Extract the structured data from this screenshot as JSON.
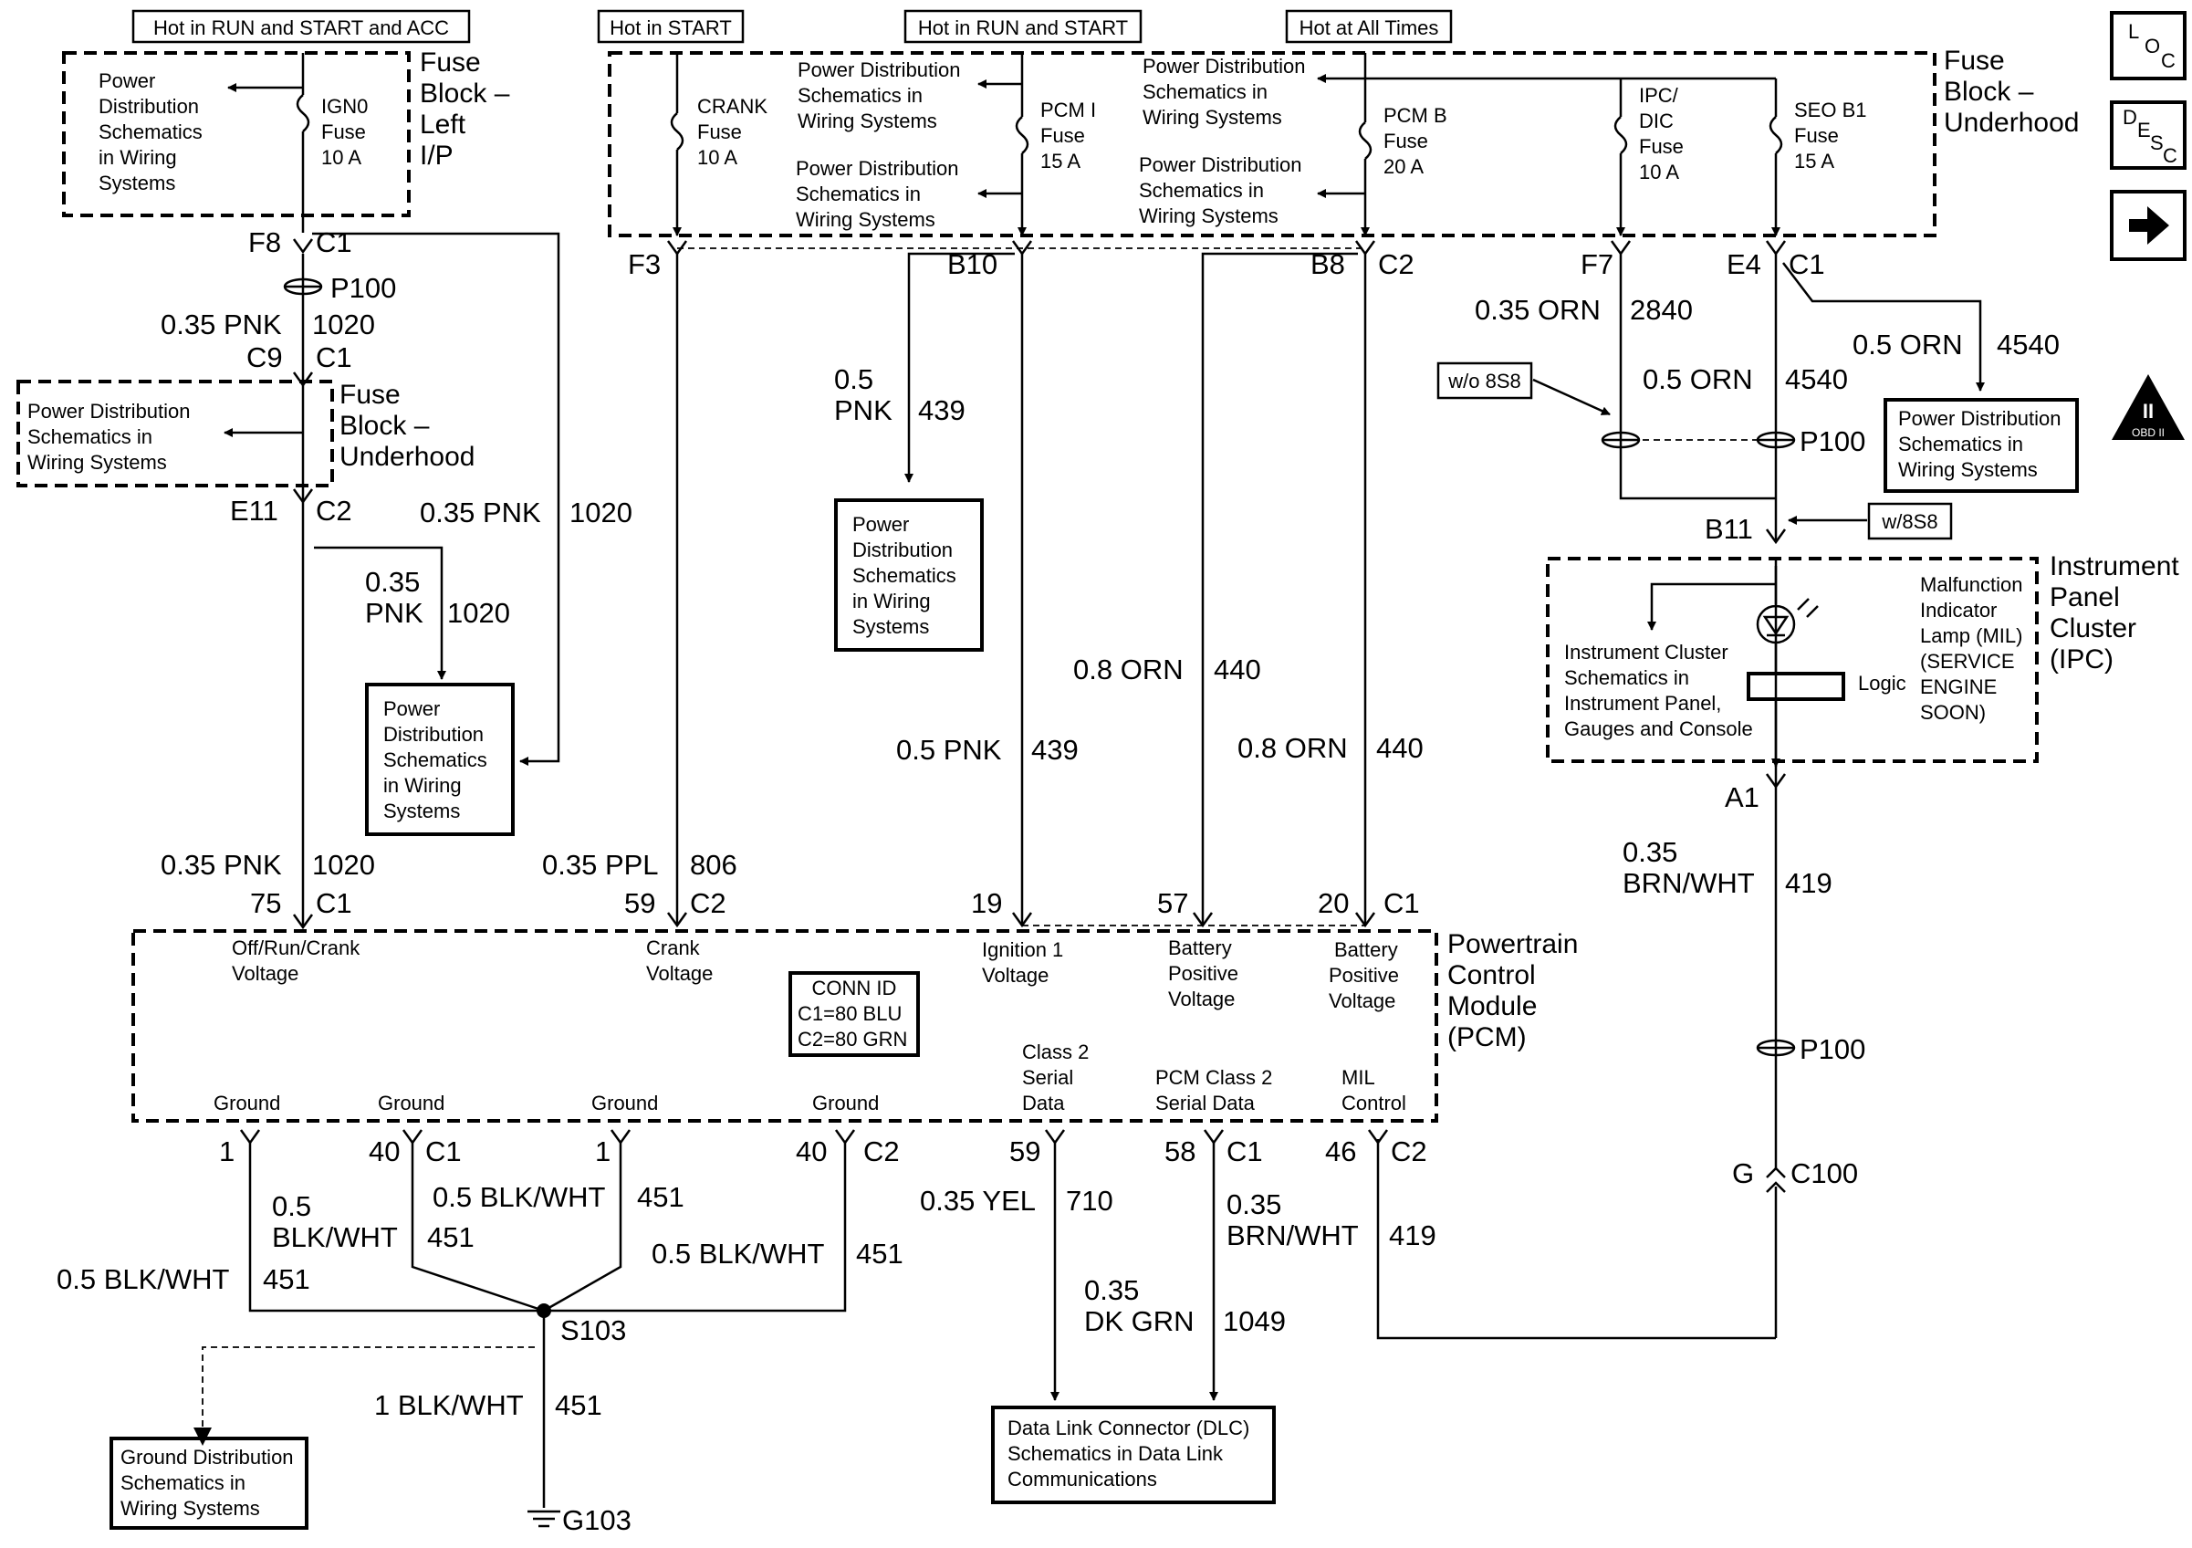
{
  "hot_labels": {
    "run_start_acc": "Hot in RUN and START and ACC",
    "start": "Hot in START",
    "run_start": "Hot in RUN and START",
    "all_times": "Hot at All Times"
  },
  "nav_buttons": {
    "loc": [
      "L",
      "O",
      "C"
    ],
    "desc": [
      "D",
      "E",
      "S",
      "C"
    ]
  },
  "fuse_block_lip": {
    "title": [
      "Fuse",
      "Block –",
      "Left",
      "I/P"
    ],
    "power_dist": [
      "Power",
      "Distribution",
      "Schematics",
      "in Wiring",
      "Systems"
    ],
    "fuse": [
      "IGN0",
      "Fuse",
      "10 A"
    ]
  },
  "fuse_block_uh": {
    "title": [
      "Fuse",
      "Block –",
      "Underhood"
    ],
    "crank_fuse": [
      "CRANK",
      "Fuse",
      "10 A"
    ],
    "pcm_fuse": [
      "PCM I",
      "Fuse",
      "15 A"
    ],
    "pcmb_fuse": [
      "PCM B",
      "Fuse",
      "20 A"
    ],
    "ipc_fuse": [
      "IPC/",
      "DIC",
      "Fuse",
      "10 A"
    ],
    "seo_fuse": [
      "SEO B1",
      "Fuse",
      "15 A"
    ],
    "pd1": [
      "Power Distribution",
      "Schematics in",
      "Wiring Systems"
    ],
    "pd2": [
      "Power Distribution",
      "Schematics in",
      "Wiring Systems"
    ],
    "pd3": [
      "Power Distribution",
      "Schematics in",
      "Wiring Systems"
    ],
    "pd4": [
      "Power Distribution",
      "Schematics in",
      "Wiring Systems"
    ]
  },
  "fuse_block_uh2": {
    "title": [
      "Fuse",
      "Block –",
      "Underhood"
    ],
    "power_dist": [
      "Power Distribution",
      "Schematics in",
      "Wiring Systems"
    ]
  },
  "connectors": {
    "f8": "F8",
    "c1a": "C1",
    "p100a": "P100",
    "c9": "C9",
    "c1b": "C1",
    "e11": "E11",
    "c2a": "C2",
    "f3": "F3",
    "b10": "B10",
    "b8": "B8",
    "c2b": "C2",
    "f7": "F7",
    "e4": "E4",
    "c1c": "C1",
    "p100b": "P100",
    "b11": "B11",
    "a1": "A1",
    "p100c": "P100",
    "g": "G",
    "c100": "C100",
    "s103": "S103",
    "g103": "G103"
  },
  "wires": {
    "w1": [
      "0.35 PNK",
      "1020"
    ],
    "w2": [
      "0.35 PNK",
      "1020"
    ],
    "w3": [
      "0.35",
      "PNK",
      "1020"
    ],
    "w4": [
      "0.35 PNK",
      "1020"
    ],
    "w5": [
      "0.35 PPL",
      "806"
    ],
    "w6": [
      "0.5",
      "PNK",
      "439"
    ],
    "w7": [
      "0.5 PNK",
      "439"
    ],
    "w8": [
      "0.8 ORN",
      "440"
    ],
    "w9": [
      "0.8 ORN",
      "440"
    ],
    "w10": [
      "0.35 ORN",
      "2840"
    ],
    "w11": [
      "0.5 ORN",
      "4540"
    ],
    "w12": [
      "0.5 ORN",
      "4540"
    ],
    "w13": [
      "0.35",
      "BRN/WHT",
      "419"
    ],
    "w14": [
      "0.5",
      "BLK/WHT",
      "451"
    ],
    "w15": [
      "0.5 BLK/WHT",
      "451"
    ],
    "w16": [
      "0.5 BLK/WHT",
      "451"
    ],
    "w17": [
      "0.5 BLK/WHT",
      "451"
    ],
    "w18": [
      "0.35 YEL",
      "710"
    ],
    "w19": [
      "0.35",
      "BRN/WHT",
      "419"
    ],
    "w20": [
      "0.35",
      "DK GRN",
      "1049"
    ],
    "w21": [
      "1 BLK/WHT",
      "451"
    ]
  },
  "ref_boxes": {
    "pd_left": [
      "Power",
      "Distribution",
      "Schematics",
      "in Wiring",
      "Systems"
    ],
    "pd_mid": [
      "Power",
      "Distribution",
      "Schematics",
      "in Wiring",
      "Systems"
    ],
    "pd_right": [
      "Power Distribution",
      "Schematics in",
      "Wiring Systems"
    ],
    "ground": [
      "Ground Distribution",
      "Schematics in",
      "Wiring Systems"
    ],
    "dlc": [
      "Data Link Connector (DLC)",
      "Schematics in Data Link",
      "Communications"
    ],
    "wo8s8": "w/o 8S8",
    "w8s8": "w/8S8"
  },
  "pcm": {
    "title": [
      "Powertrain",
      "Control",
      "Module",
      "(PCM)"
    ],
    "conn_id": [
      "CONN ID",
      "C1=80 BLU",
      "C2=80 GRN"
    ],
    "pins_top": [
      {
        "pin": "75",
        "conn": "C1",
        "label": [
          "Off/Run/Crank",
          "Voltage"
        ]
      },
      {
        "pin": "59",
        "conn": "C2",
        "label": [
          "Crank",
          "Voltage"
        ]
      },
      {
        "pin": "19",
        "conn": "",
        "label": [
          "Ignition 1",
          "Voltage"
        ]
      },
      {
        "pin": "57",
        "conn": "",
        "label": [
          "Battery",
          "Positive",
          "Voltage"
        ]
      },
      {
        "pin": "20",
        "conn": "C1",
        "label": [
          "Battery",
          "Positive",
          "Voltage"
        ]
      }
    ],
    "pins_bottom": [
      {
        "pin": "1",
        "conn": "",
        "label": "Ground"
      },
      {
        "pin": "40",
        "conn": "C1",
        "label": "Ground"
      },
      {
        "pin": "1",
        "conn": "",
        "label": "Ground"
      },
      {
        "pin": "40",
        "conn": "C2",
        "label": "Ground"
      },
      {
        "pin": "59",
        "conn": "",
        "label": [
          "Class 2",
          "Serial",
          "Data"
        ]
      },
      {
        "pin": "58",
        "conn": "C1",
        "label": [
          "PCM Class 2",
          "Serial Data"
        ]
      },
      {
        "pin": "46",
        "conn": "C2",
        "label": [
          "MIL",
          "Control"
        ]
      }
    ]
  },
  "ipc": {
    "title": [
      "Instrument",
      "Panel",
      "Cluster",
      "(IPC)"
    ],
    "cluster_ref": [
      "Instrument Cluster",
      "Schematics in",
      "Instrument Panel,",
      "Gauges and Console"
    ],
    "mil": [
      "Malfunction",
      "Indicator",
      "Lamp (MIL)",
      "(SERVICE",
      "ENGINE",
      "SOON)"
    ],
    "logic": "Logic"
  },
  "obd": "OBD II"
}
